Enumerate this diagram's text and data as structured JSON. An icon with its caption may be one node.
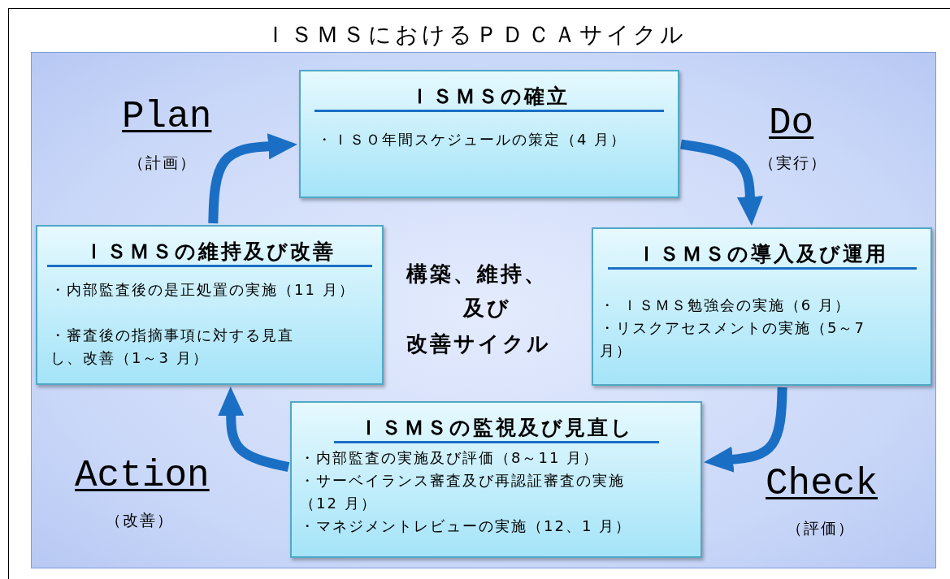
{
  "diagram": {
    "title": "ＩＳＭＳにおけるＰＤＣＡサイクル",
    "nodes": [
      {
        "text": [
          "ＩＳＭＳの確立",
          "・ＩＳＯ年間スケジュールの策定（4 月）"
        ]
      },
      {
        "text": [
          "ＩＳＭＳの導入及び運用",
          "・ ＩＳＭＳ勉強会の実施（6 月）",
          "・リスクアセスメントの実施（5～7 月）"
        ]
      },
      {
        "text": [
          "ＩＳＭＳの監視及び見直し",
          "・内部監査の実施及び評価（8～11 月）",
          "・サーベイランス審査及び再認証審査の実施（12 月）",
          "・マネジメントレビューの実施（12、1 月）"
        ]
      },
      {
        "text": [
          "ＩＳＭＳの維持及び改善",
          "・内部監査後の是正処置の実施（11 月）",
          "・審査後の指摘事項に対する見直し、改善（1～3 月）"
        ]
      }
    ],
    "edges": [
      {
        "from": 0,
        "to": 1,
        "arrow": "to"
      },
      {
        "from": 1,
        "to": 2,
        "arrow": "to"
      },
      {
        "from": 2,
        "to": 3,
        "arrow": "to"
      },
      {
        "from": 3,
        "to": 0,
        "arrow": "to"
      }
    ],
    "labels": [
      "Plan",
      "（計画）",
      "Do",
      "（実行）",
      "構築、維持、",
      "及び",
      "改善サイクル",
      "Action",
      "（改善）",
      "Check",
      "（評価）"
    ]
  }
}
